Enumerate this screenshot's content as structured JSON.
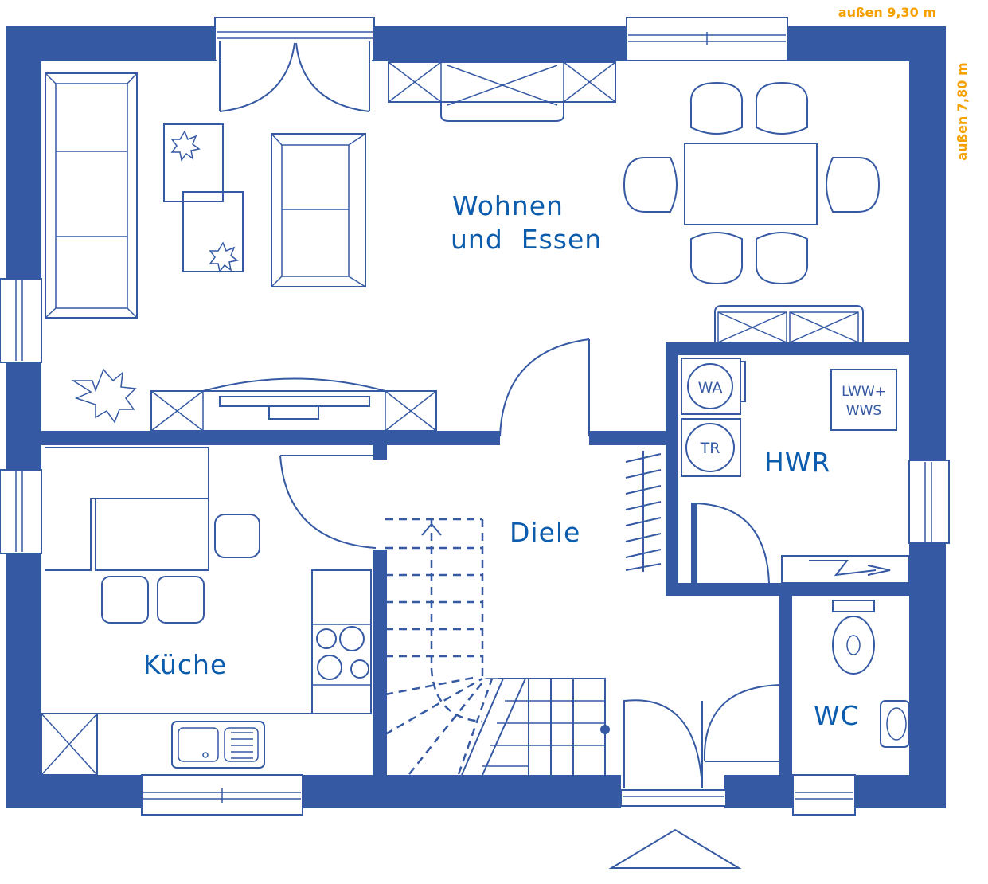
{
  "dimensions": {
    "width_label": "außen 9,30 m",
    "depth_label": "außen 7,80 m"
  },
  "rooms": {
    "living_line1": "Wohnen",
    "living_line2": "und  Essen",
    "kitchen": "Küche",
    "hall": "Diele",
    "utility": "HWR",
    "wc": "WC"
  },
  "appliances": {
    "washer": "WA",
    "dryer": "TR",
    "heating_line1": "LWW+",
    "heating_line2": "WWS"
  },
  "colors": {
    "wall": "#3559a3",
    "room_label": "#0b5cad",
    "dimension_label": "#f5a000"
  }
}
